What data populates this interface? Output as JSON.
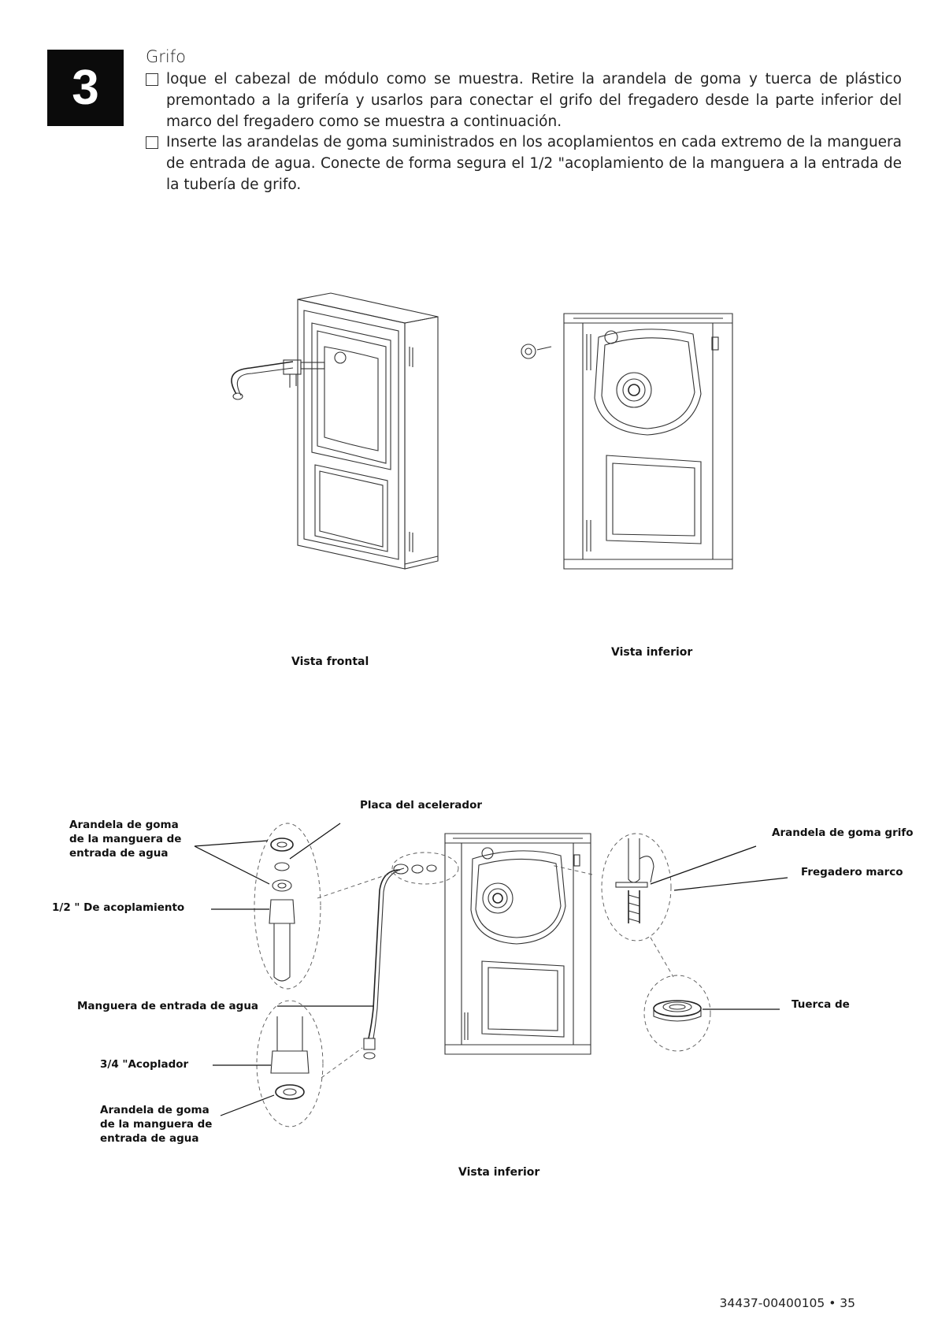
{
  "step": {
    "number": "3"
  },
  "section": {
    "title": "Grifo"
  },
  "instructions": [
    "loque el cabezal de módulo como se muestra. Retire la arandela de goma y tuerca de plástico premontado a la grifería y usarlos para conectar el grifo del fregadero desde la parte inferior del marco del fregadero como se muestra a continuación.",
    "Inserte las arandelas de goma suministrados en los acoplamientos en cada extremo de la manguera de entrada de agua. Conecte de forma segura el 1/2 \"acoplamiento de la manguera a la entrada de la tubería de grifo."
  ],
  "captions": {
    "front_view": "Vista frontal",
    "bottom_view_top": "Vista inferior",
    "bottom_view_lower": "Vista inferior"
  },
  "labels": {
    "hose_washer_top": "Arandela de goma\nde la manguera de\nentrada de agua",
    "half_coupling": "1/2 \" De acoplamiento",
    "throttle_plate": "Placa del acelerador",
    "hose": "Manguera de entrada de agua",
    "three_quarter_coupler": "3/4 \"Acoplador",
    "hose_washer_bottom": "Arandela de goma\nde la manguera de\nentrada de agua",
    "faucet_washer": "Arandela de goma grifo",
    "sink_frame": "Fregadero marco",
    "nut": "Tuerca de"
  },
  "footer": {
    "page_ref": "34437-00400105 • 35"
  }
}
